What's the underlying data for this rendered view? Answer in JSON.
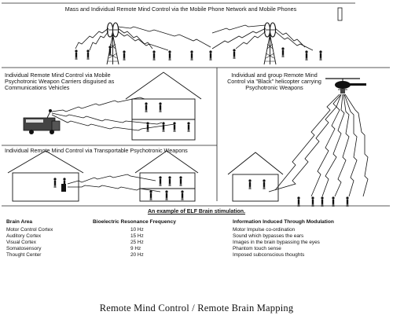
{
  "panels": {
    "top": "Mass and Individual Remote Mind Control via the Mobile Phone Network and Mobile Phones",
    "mid_left": "Individual Remote Mind Control via Mobile Psychotronic Weapon Carriers disguised as Communications Vehicles",
    "mid_right": "Individual and group Remote Mind Control via \"Black\" helicopter carrying Psychotronic Weapons",
    "lower_left": "Individual Remote Mind Control via Transportable Psychotronic Weapons"
  },
  "table": {
    "title": "An example of ELF Brain stimulation.",
    "headers": [
      "Brain Area",
      "Bioelectric Resonance Frequency",
      "Information Induced Through Modulation"
    ],
    "rows": [
      [
        "Motor Control Cortex",
        "10 Hz",
        "Motor Impulse co-ordination"
      ],
      [
        "Auditory Cortex",
        "15 Hz",
        "Sound which bypasses the ears"
      ],
      [
        "Visual Cortex",
        "25 Hz",
        "Images in the brain bypassing the eyes"
      ],
      [
        "Somatosensory",
        "9 Hz",
        "Phantom touch sense"
      ],
      [
        "Thought Center",
        "20 Hz",
        "Imposed subconscious thoughts"
      ]
    ]
  },
  "footer": {
    "title": "Remote Mind Control / Remote Brain Mapping"
  },
  "icons": [
    "cell-tower-icon",
    "house-icon",
    "person-icon",
    "van-icon",
    "helicopter-icon",
    "lightning-beam-icon"
  ]
}
